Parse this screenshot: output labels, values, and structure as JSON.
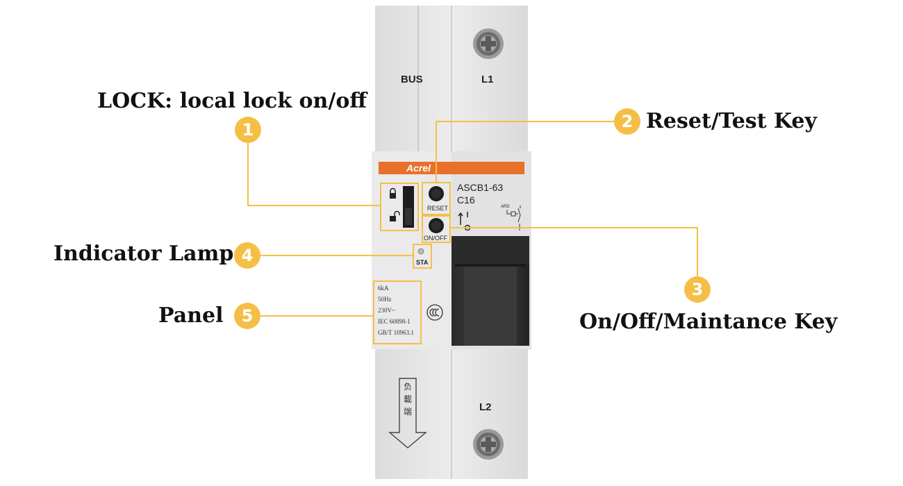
{
  "callouts": [
    {
      "number": "1",
      "label": "LOCK: local lock on/off"
    },
    {
      "number": "2",
      "label": "Reset/Test Key"
    },
    {
      "number": "3",
      "label": "On/Off/Maintance Key"
    },
    {
      "number": "4",
      "label": "Indicator Lamp"
    },
    {
      "number": "5",
      "label": "Panel"
    }
  ],
  "device": {
    "terminal_bus": "BUS",
    "terminal_l1": "L1",
    "terminal_l2": "L2",
    "brand": "Acrel",
    "model": "ASCB1-63",
    "rating": "C16",
    "reset_label": "RESET",
    "onoff_label": "ON/OFF",
    "sta_label": "STA",
    "diagram_label": "ARD",
    "specs": [
      "6kA",
      "50Hz",
      "230V~",
      "IEC 60898-1",
      "GB/T 10963.1"
    ],
    "load_side_chars": [
      "负",
      "載",
      "端"
    ]
  },
  "colors": {
    "accent": "#f5bf45",
    "brand_strip": "#e8702a",
    "body": "#e6e6e6"
  }
}
